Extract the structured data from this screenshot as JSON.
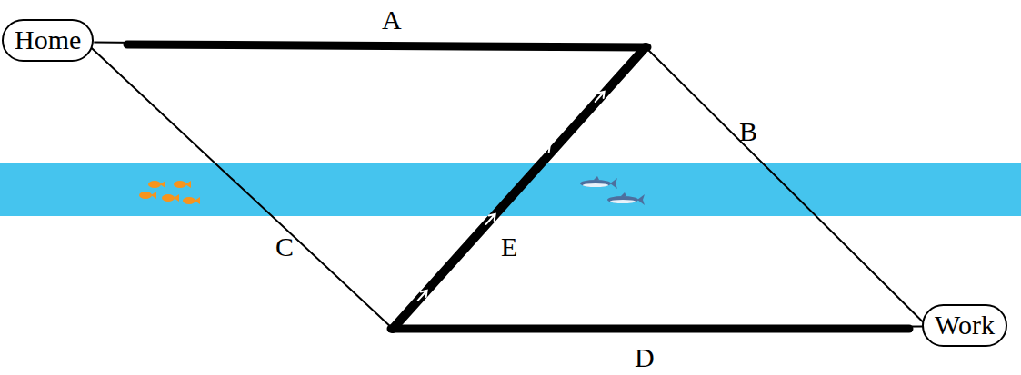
{
  "diagram": {
    "nodes": [
      {
        "text": [
          "Home"
        ]
      },
      {
        "text": [
          "Work"
        ]
      }
    ],
    "edges": [
      {
        "from": 0,
        "to": 1,
        "arrow": "none"
      },
      {
        "from": 0,
        "to": 1,
        "arrow": "none"
      }
    ],
    "labels": [
      "A",
      "B",
      "C",
      "D",
      "E"
    ]
  }
}
